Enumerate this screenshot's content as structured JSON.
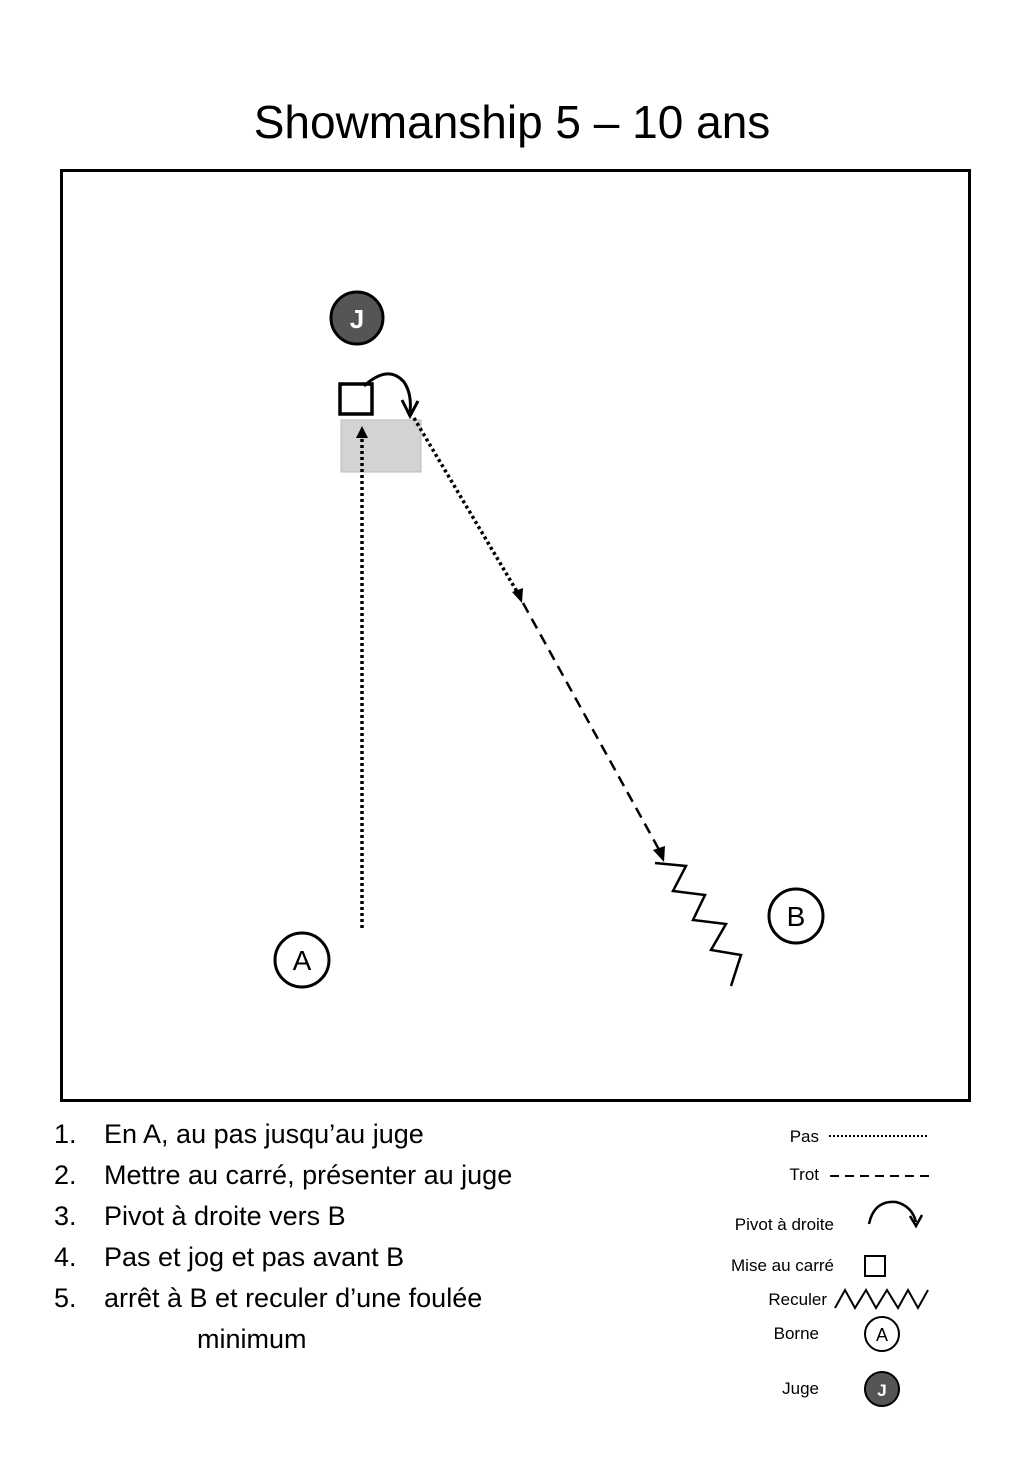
{
  "title": "Showmanship 5 – 10 ans",
  "diagram": {
    "judge_label": "J",
    "cone_a_label": "A",
    "cone_b_label": "B"
  },
  "steps": [
    {
      "num": "1.",
      "text": "En A,  au pas jusqu’au juge"
    },
    {
      "num": "2.",
      "text": "Mettre au carré, présenter au juge"
    },
    {
      "num": "3.",
      "text": "Pivot  à droite  vers B"
    },
    {
      "num": "4.",
      "text": "Pas et  jog  et pas avant  B"
    },
    {
      "num": "5.",
      "text": "arrêt à B et reculer d’une foulée",
      "continuation": "minimum"
    }
  ],
  "legend": {
    "walk": "Pas",
    "trot": "Trot",
    "pivot": "Pivot à droite",
    "square": "Mise au carré",
    "back": "Reculer",
    "cone": "Borne",
    "cone_symbol": "A",
    "judge": "Juge",
    "judge_symbol": "J"
  },
  "colors": {
    "judge_fill": "#555555",
    "shade_fill": "#d3d3d3",
    "ink": "#000000"
  }
}
